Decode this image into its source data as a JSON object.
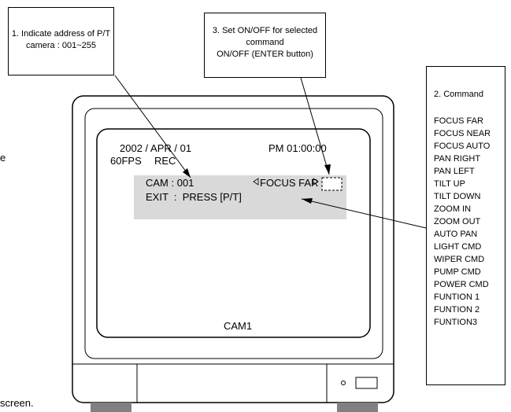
{
  "callouts": {
    "address": {
      "line1": "1. Indicate address of P/T",
      "line2": "camera : 001~255"
    },
    "onoff": {
      "line1": "3. Set ON/OFF for selected",
      "line2": "command",
      "line3": "ON/OFF (ENTER button)"
    },
    "command": {
      "title": "2. Command",
      "items": [
        "FOCUS FAR",
        "FOCUS NEAR",
        "FOCUS AUTO",
        "PAN RIGHT",
        "PAN LEFT",
        "TILT UP",
        "TILT DOWN",
        "ZOOM IN",
        "ZOOM OUT",
        "AUTO PAN",
        "LIGHT CMD",
        "WIPER CMD",
        "PUMP CMD",
        "POWER CMD",
        "FUNTION 1",
        "FUNTION 2",
        "FUNTION3"
      ]
    }
  },
  "monitor": {
    "date": "2002 / APR / 01",
    "time": "PM 01:00:00",
    "fps": "60FPS",
    "rec": "REC",
    "cam_row": "CAM : 001",
    "command_value": "FOCUS FAR",
    "exit_row": "EXIT  :  PRESS [P/T]",
    "camera_label": "CAM1"
  },
  "fragments": {
    "edge_letter": "e",
    "bottom_word": "screen."
  }
}
